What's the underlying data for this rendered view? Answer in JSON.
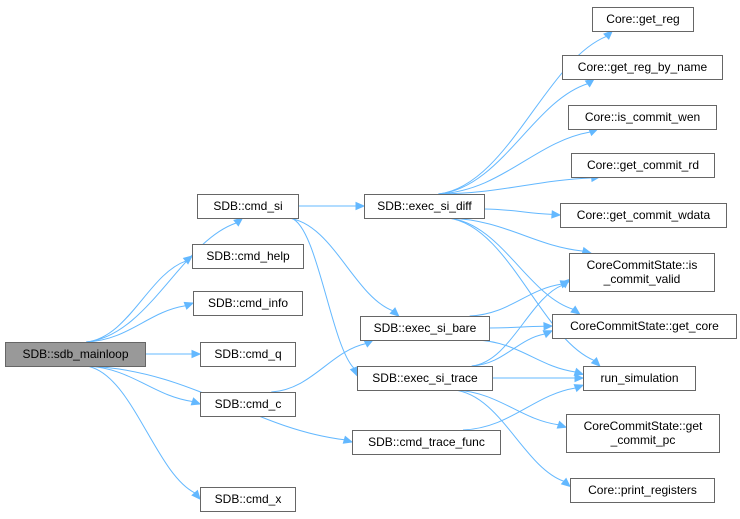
{
  "nodes": [
    {
      "id": "sdb_mainloop",
      "label": "SDB::sdb_mainloop",
      "root": true
    },
    {
      "id": "cmd_si",
      "label": "SDB::cmd_si"
    },
    {
      "id": "cmd_help",
      "label": "SDB::cmd_help"
    },
    {
      "id": "cmd_info",
      "label": "SDB::cmd_info"
    },
    {
      "id": "cmd_q",
      "label": "SDB::cmd_q"
    },
    {
      "id": "cmd_c",
      "label": "SDB::cmd_c"
    },
    {
      "id": "cmd_x",
      "label": "SDB::cmd_x"
    },
    {
      "id": "exec_si_diff",
      "label": "SDB::exec_si_diff"
    },
    {
      "id": "exec_si_bare",
      "label": "SDB::exec_si_bare"
    },
    {
      "id": "exec_si_trace",
      "label": "SDB::exec_si_trace"
    },
    {
      "id": "cmd_trace_func",
      "label": "SDB::cmd_trace_func"
    },
    {
      "id": "get_reg",
      "label": "Core::get_reg"
    },
    {
      "id": "get_reg_by_name",
      "label": "Core::get_reg_by_name"
    },
    {
      "id": "is_commit_wen",
      "label": "Core::is_commit_wen"
    },
    {
      "id": "get_commit_rd",
      "label": "Core::get_commit_rd"
    },
    {
      "id": "get_commit_wdata",
      "label": "Core::get_commit_wdata"
    },
    {
      "id": "is_commit_valid",
      "label": [
        "CoreCommitState::is",
        "_commit_valid"
      ]
    },
    {
      "id": "get_core",
      "label": "CoreCommitState::get_core"
    },
    {
      "id": "run_simulation",
      "label": "run_simulation"
    },
    {
      "id": "get_commit_pc",
      "label": [
        "CoreCommitState::get",
        "_commit_pc"
      ]
    },
    {
      "id": "print_registers",
      "label": "Core::print_registers"
    }
  ],
  "edges": [
    [
      "sdb_mainloop",
      "cmd_si"
    ],
    [
      "sdb_mainloop",
      "cmd_help"
    ],
    [
      "sdb_mainloop",
      "cmd_info"
    ],
    [
      "sdb_mainloop",
      "cmd_q"
    ],
    [
      "sdb_mainloop",
      "cmd_c"
    ],
    [
      "sdb_mainloop",
      "cmd_trace_func"
    ],
    [
      "sdb_mainloop",
      "cmd_x"
    ],
    [
      "cmd_si",
      "exec_si_diff"
    ],
    [
      "cmd_si",
      "exec_si_bare"
    ],
    [
      "cmd_si",
      "exec_si_trace"
    ],
    [
      "cmd_c",
      "exec_si_bare"
    ],
    [
      "exec_si_diff",
      "get_reg"
    ],
    [
      "exec_si_diff",
      "get_reg_by_name"
    ],
    [
      "exec_si_diff",
      "is_commit_wen"
    ],
    [
      "exec_si_diff",
      "get_commit_rd"
    ],
    [
      "exec_si_diff",
      "get_commit_wdata"
    ],
    [
      "exec_si_diff",
      "is_commit_valid"
    ],
    [
      "exec_si_diff",
      "get_core"
    ],
    [
      "exec_si_diff",
      "run_simulation"
    ],
    [
      "exec_si_bare",
      "is_commit_valid"
    ],
    [
      "exec_si_bare",
      "get_core"
    ],
    [
      "exec_si_bare",
      "run_simulation"
    ],
    [
      "exec_si_trace",
      "is_commit_valid"
    ],
    [
      "exec_si_trace",
      "get_core"
    ],
    [
      "exec_si_trace",
      "run_simulation"
    ],
    [
      "exec_si_trace",
      "get_commit_pc"
    ],
    [
      "exec_si_trace",
      "print_registers"
    ],
    [
      "cmd_trace_func",
      "run_simulation"
    ]
  ]
}
